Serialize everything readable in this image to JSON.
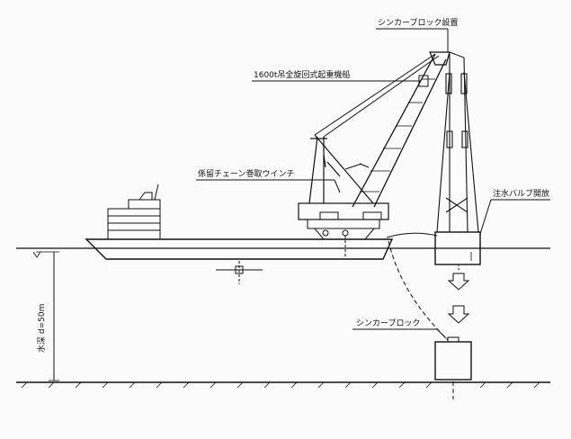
{
  "labels": {
    "sinker_install": "シンカーブロック設置",
    "crane_ship": "1600t吊全旋回式起重機船",
    "mooring_winch": "係留チェーン巻取ウインチ",
    "valve_open": "注水バルブ開放",
    "sinker_block": "シンカーブロック",
    "water_depth": "水深 d=50m"
  },
  "colors": {
    "line": "#111111",
    "background": "#fbfbfb"
  }
}
